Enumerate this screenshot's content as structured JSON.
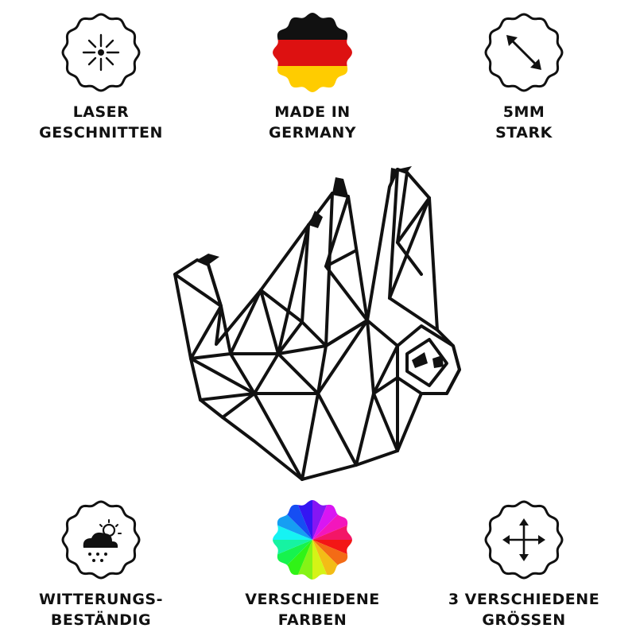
{
  "features": [
    {
      "id": "laser",
      "icon": "laser-burst-icon",
      "lines": [
        "LASER",
        "GESCHNITTEN"
      ]
    },
    {
      "id": "germany",
      "icon": "german-flag-icon",
      "lines": [
        "MADE IN",
        "GERMANY"
      ]
    },
    {
      "id": "thickness",
      "icon": "diagonal-arrow-icon",
      "lines": [
        "5MM",
        "STARK"
      ]
    },
    {
      "id": "weather",
      "icon": "weather-cloud-icon",
      "lines": [
        "WITTERUNGS-",
        "BESTÄNDIG"
      ]
    },
    {
      "id": "colors",
      "icon": "color-wheel-icon",
      "lines": [
        "VERSCHIEDENE",
        "FARBEN"
      ]
    },
    {
      "id": "sizes",
      "icon": "move-arrows-icon",
      "lines": [
        "3 VERSCHIEDENE",
        "GRÖSSEN"
      ]
    }
  ],
  "colors": {
    "outline": "#111111",
    "flag_black": "#111111",
    "flag_red": "#dd1111",
    "flag_gold": "#ffcc00"
  },
  "product_image": "geometric-sloth-wall-art"
}
